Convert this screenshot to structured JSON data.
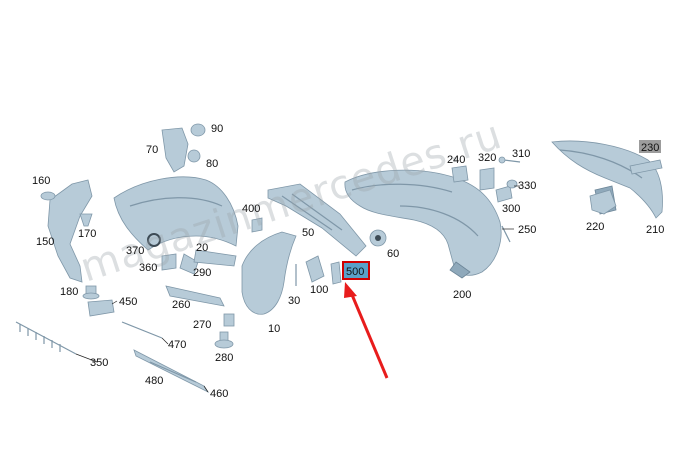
{
  "watermark": "magazinmercedes.ru",
  "colors": {
    "part_fill": "#b7cbd8",
    "part_stroke": "#7f97a8",
    "highlight_box_border": "#d10000",
    "highlight_box_fill": "#5aa0c8",
    "arrow": "#e81c1c",
    "grey_label_fill": "#9c9c9c"
  },
  "labels": {
    "l10": "10",
    "l20": "20",
    "l30": "30",
    "l50": "50",
    "l60": "60",
    "l70": "70",
    "l80": "80",
    "l90": "90",
    "l100": "100",
    "l150": "150",
    "l160": "160",
    "l170": "170",
    "l180": "180",
    "l200": "200",
    "l210": "210",
    "l220": "220",
    "l230": "230",
    "l240": "240",
    "l250": "250",
    "l260": "260",
    "l270": "270",
    "l280": "280",
    "l290": "290",
    "l300": "300",
    "l310": "310",
    "l320": "320",
    "l330": "330",
    "l350": "350",
    "l360": "360",
    "l370": "370",
    "l400": "400",
    "l450": "450",
    "l460": "460",
    "l470": "470",
    "l480": "480",
    "l500": "500"
  },
  "highlighted_part": "500"
}
